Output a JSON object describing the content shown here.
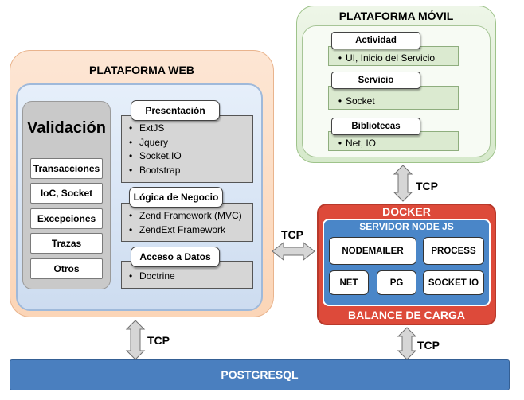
{
  "web": {
    "title": "PLATAFORMA WEB",
    "validation": {
      "title": "Validación",
      "items": [
        "Transacciones",
        "IoC, Socket",
        "Excepciones",
        "Trazas",
        "Otros"
      ]
    },
    "sections": [
      {
        "title": "Presentación",
        "items": [
          "ExtJS",
          "Jquery",
          "Socket.IO",
          "Bootstrap"
        ]
      },
      {
        "title": "Lógica de Negocio",
        "items": [
          "Zend Framework (MVC)",
          "ZendExt Framework"
        ]
      },
      {
        "title": "Acceso a Datos",
        "items": [
          "Doctrine"
        ]
      }
    ]
  },
  "mobile": {
    "title": "PLATAFORMA MÓVIL",
    "sections": [
      {
        "title": "Actividad",
        "text": "UI, Inicio del Servicio"
      },
      {
        "title": "Servicio",
        "text": "Socket"
      },
      {
        "title": "Bibliotecas",
        "text": "Net,  IO"
      }
    ]
  },
  "docker": {
    "title": "DOCKER",
    "server_title": "SERVIDOR NODE JS",
    "modules": [
      "NODEMAILER",
      "PROCESS",
      "NET",
      "PG",
      "SOCKET IO"
    ],
    "footer": "BALANCE DE CARGA"
  },
  "database": {
    "label": "POSTGRESQL"
  },
  "connections": {
    "tcp_label": "TCP"
  },
  "colors": {
    "web_bg": "#fbd9bf",
    "web_inner": "#dbe7f6",
    "mobile_bg": "#e2f0d9",
    "docker": "#dd4a3a",
    "node": "#4a86c8",
    "postgres": "#4a7fbf",
    "arrow": "#d6d6d6"
  }
}
